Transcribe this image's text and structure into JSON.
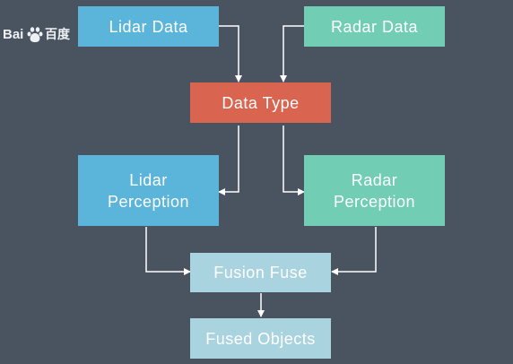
{
  "nodes": {
    "lidar_data": "Lidar Data",
    "radar_data": "Radar Data",
    "data_type": "Data Type",
    "lidar_perception": "Lidar\nPerception",
    "radar_perception": "Radar\nPerception",
    "fusion_fuse": "Fusion Fuse",
    "fused_objects": "Fused Objects"
  },
  "watermark": {
    "left": "Bai",
    "right": "百度"
  },
  "colors": {
    "background": "#4a5360",
    "lidar": "#5bb4d9",
    "radar": "#71cdb4",
    "data_type": "#d96450",
    "fusion": "#a9d3df",
    "arrow": "#ffffff"
  },
  "edges": [
    {
      "from": "lidar_data",
      "to": "data_type"
    },
    {
      "from": "radar_data",
      "to": "data_type"
    },
    {
      "from": "data_type",
      "to": "lidar_perception"
    },
    {
      "from": "data_type",
      "to": "radar_perception"
    },
    {
      "from": "lidar_perception",
      "to": "fusion_fuse"
    },
    {
      "from": "radar_perception",
      "to": "fusion_fuse"
    },
    {
      "from": "fusion_fuse",
      "to": "fused_objects"
    }
  ]
}
